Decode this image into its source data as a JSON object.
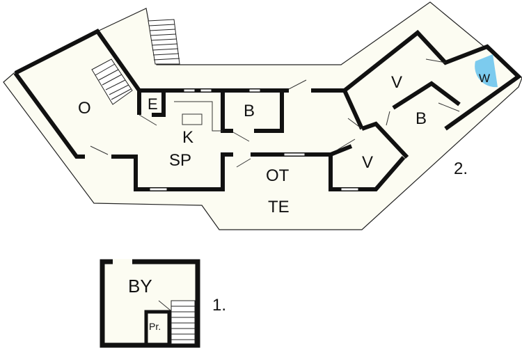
{
  "floor_2": {
    "number": "2.",
    "rooms": {
      "o": "O",
      "e": "E",
      "b1": "B",
      "k": "K",
      "sp": "SP",
      "ot": "OT",
      "te": "TE",
      "v1": "V",
      "v2": "V",
      "b2": "B",
      "w": "W"
    }
  },
  "floor_1": {
    "number": "1.",
    "rooms": {
      "by": "BY",
      "pr": "Pr."
    }
  },
  "colors": {
    "floor": "#fcfcf2",
    "wall": "#111111",
    "water": "#7ccbee"
  }
}
